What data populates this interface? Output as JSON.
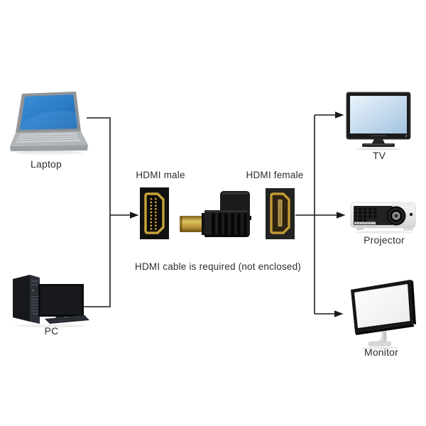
{
  "diagram": {
    "note": "HDMI cable is required (not enclosed)",
    "sources": [
      {
        "label": "Laptop"
      },
      {
        "label": "PC"
      }
    ],
    "connector": {
      "male_label": "HDMI male",
      "female_label": "HDMI female"
    },
    "outputs": [
      {
        "label": "TV"
      },
      {
        "label": "Projector"
      },
      {
        "label": "Monitor"
      }
    ],
    "illustrations": [
      "laptop-illustration",
      "pc-illustration",
      "hdmi-male-port-icon",
      "right-angle-hdmi-adapter-icon",
      "hdmi-female-port-icon",
      "tv-illustration",
      "projector-illustration",
      "monitor-illustration"
    ],
    "colors": {
      "background": "#ffffff",
      "connection_line": "#1a1a1a",
      "label_text": "#2d2d2d",
      "laptop_screen_blue": "#2a7cc6",
      "tv_screen_blue": "#c7ddf0",
      "hdmi_gold": "#c7a33b",
      "connector_black": "#141412"
    }
  }
}
